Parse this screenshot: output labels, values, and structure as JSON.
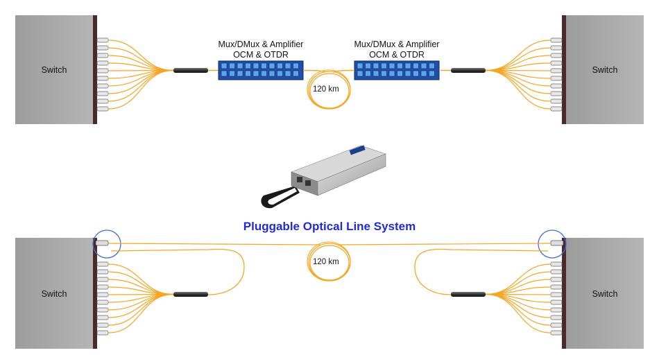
{
  "diagram": {
    "top_system": {
      "left_switch_label": "Switch",
      "right_switch_label": "Switch",
      "left_mux_label": [
        "Mux/DMux & Amplifier",
        "OCM & OTDR"
      ],
      "right_mux_label": [
        "Mux/DMux & Amplifier",
        "OCM & OTDR"
      ],
      "fiber_distance": "120 km"
    },
    "title": "Pluggable Optical Line System",
    "bottom_system": {
      "left_switch_label": "Switch",
      "right_switch_label": "Switch",
      "fiber_distance": "120 km"
    },
    "colors": {
      "fiber": "#f5a623",
      "switch": "#a9a9a9",
      "switch_edge": "#4a2a2a",
      "mux": "#1f4fa8",
      "highlight_circle": "#3f6fd6",
      "title": "#1f2bd6"
    }
  }
}
